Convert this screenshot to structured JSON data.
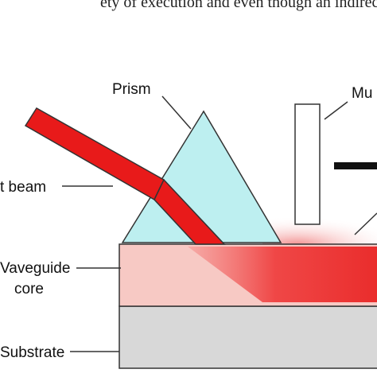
{
  "caption_fragment": "ety of execution and even though an indirect optic",
  "labels": {
    "prism": "Prism",
    "mu": "Mu",
    "beam": "t beam",
    "waveguide_line1": "Vaveguide",
    "waveguide_line2": "core",
    "substrate": "Substrate"
  },
  "colors": {
    "prism_fill": "#bdeff0",
    "beam_red": "#e81a1a",
    "core_fill": "#f7c9c4",
    "substrate_fill": "#d8d8d8",
    "outline": "#333333"
  }
}
